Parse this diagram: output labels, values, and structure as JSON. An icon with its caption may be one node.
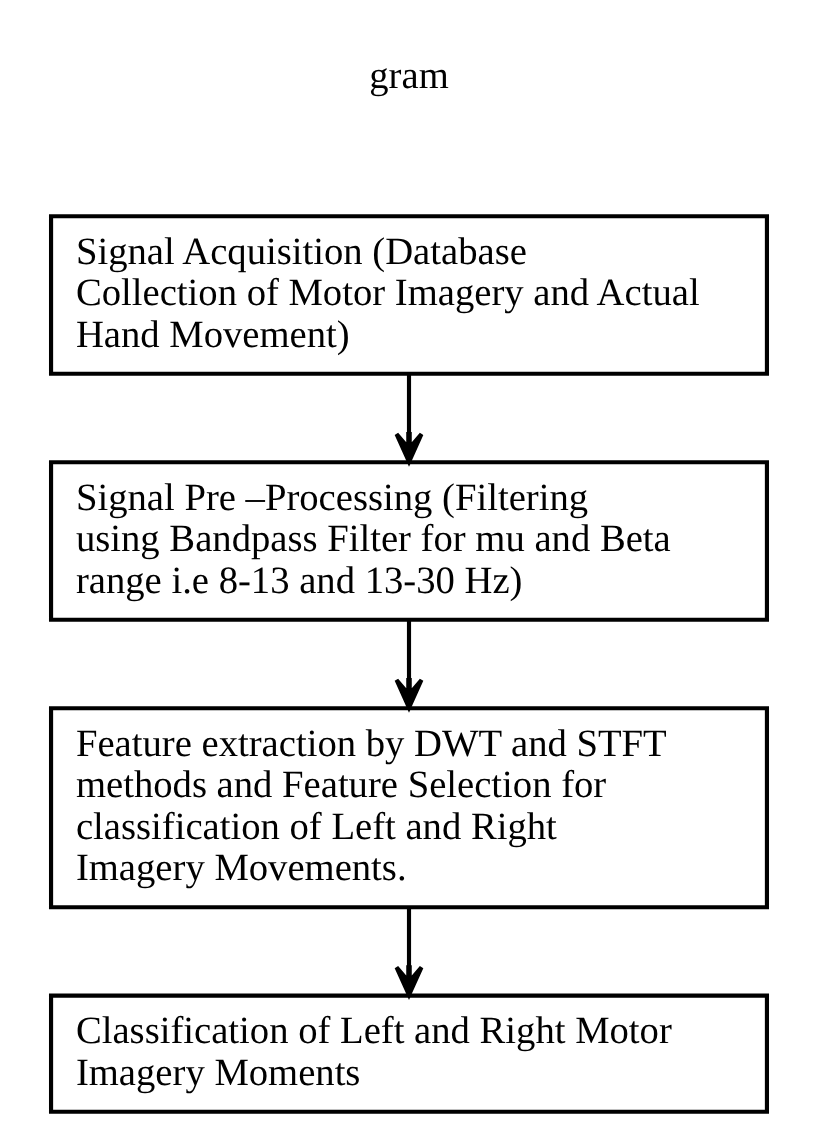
{
  "diagram": {
    "nodes": [
      {
        "text": [
          "Signal Acquisition (Database Collection of Motor Imagery and Actual Hand Movement)"
        ]
      },
      {
        "text": [
          "Signal Pre –Processing (Filtering using Bandpass Filter for mu and Beta range i.e 8-13 and 13-30 Hz)"
        ]
      },
      {
        "text": [
          "Feature extraction by DWT and STFT methods and Feature Selection for classification of Left and Right Imagery Movements."
        ]
      },
      {
        "text": [
          "Classification of Left and Right Motor Imagery Moments"
        ]
      }
    ],
    "edges": [
      {
        "from": 0,
        "to": 1,
        "arrow": "to"
      },
      {
        "from": 1,
        "to": 2,
        "arrow": "to"
      },
      {
        "from": 2,
        "to": 3,
        "arrow": "to"
      }
    ],
    "labels": [
      "gram"
    ]
  }
}
